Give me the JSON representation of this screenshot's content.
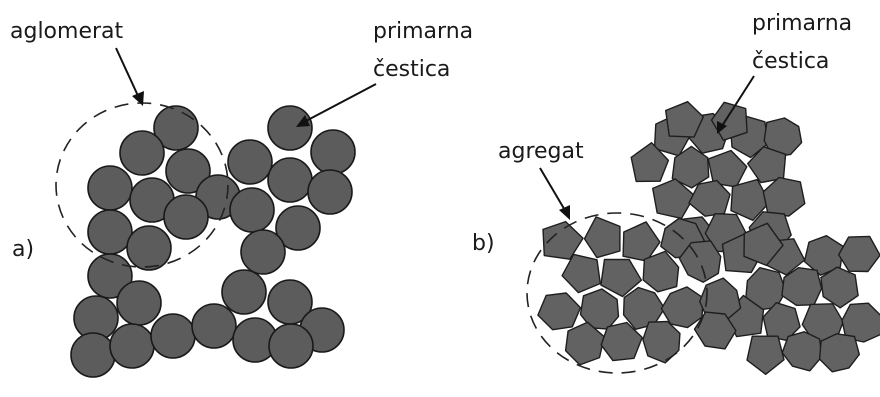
{
  "panel_a": {
    "label": "a)",
    "agglomerate_label": "aglomerat",
    "primary_label_line1": "primarna",
    "primary_label_line2": "čestica"
  },
  "panel_b": {
    "label": "b)",
    "aggregate_label": "agregat",
    "primary_label_line1": "primarna",
    "primary_label_line2": "čestica"
  },
  "colors": {
    "particle_fill": "#5c5c5c",
    "outline": "#1a1a1a"
  }
}
